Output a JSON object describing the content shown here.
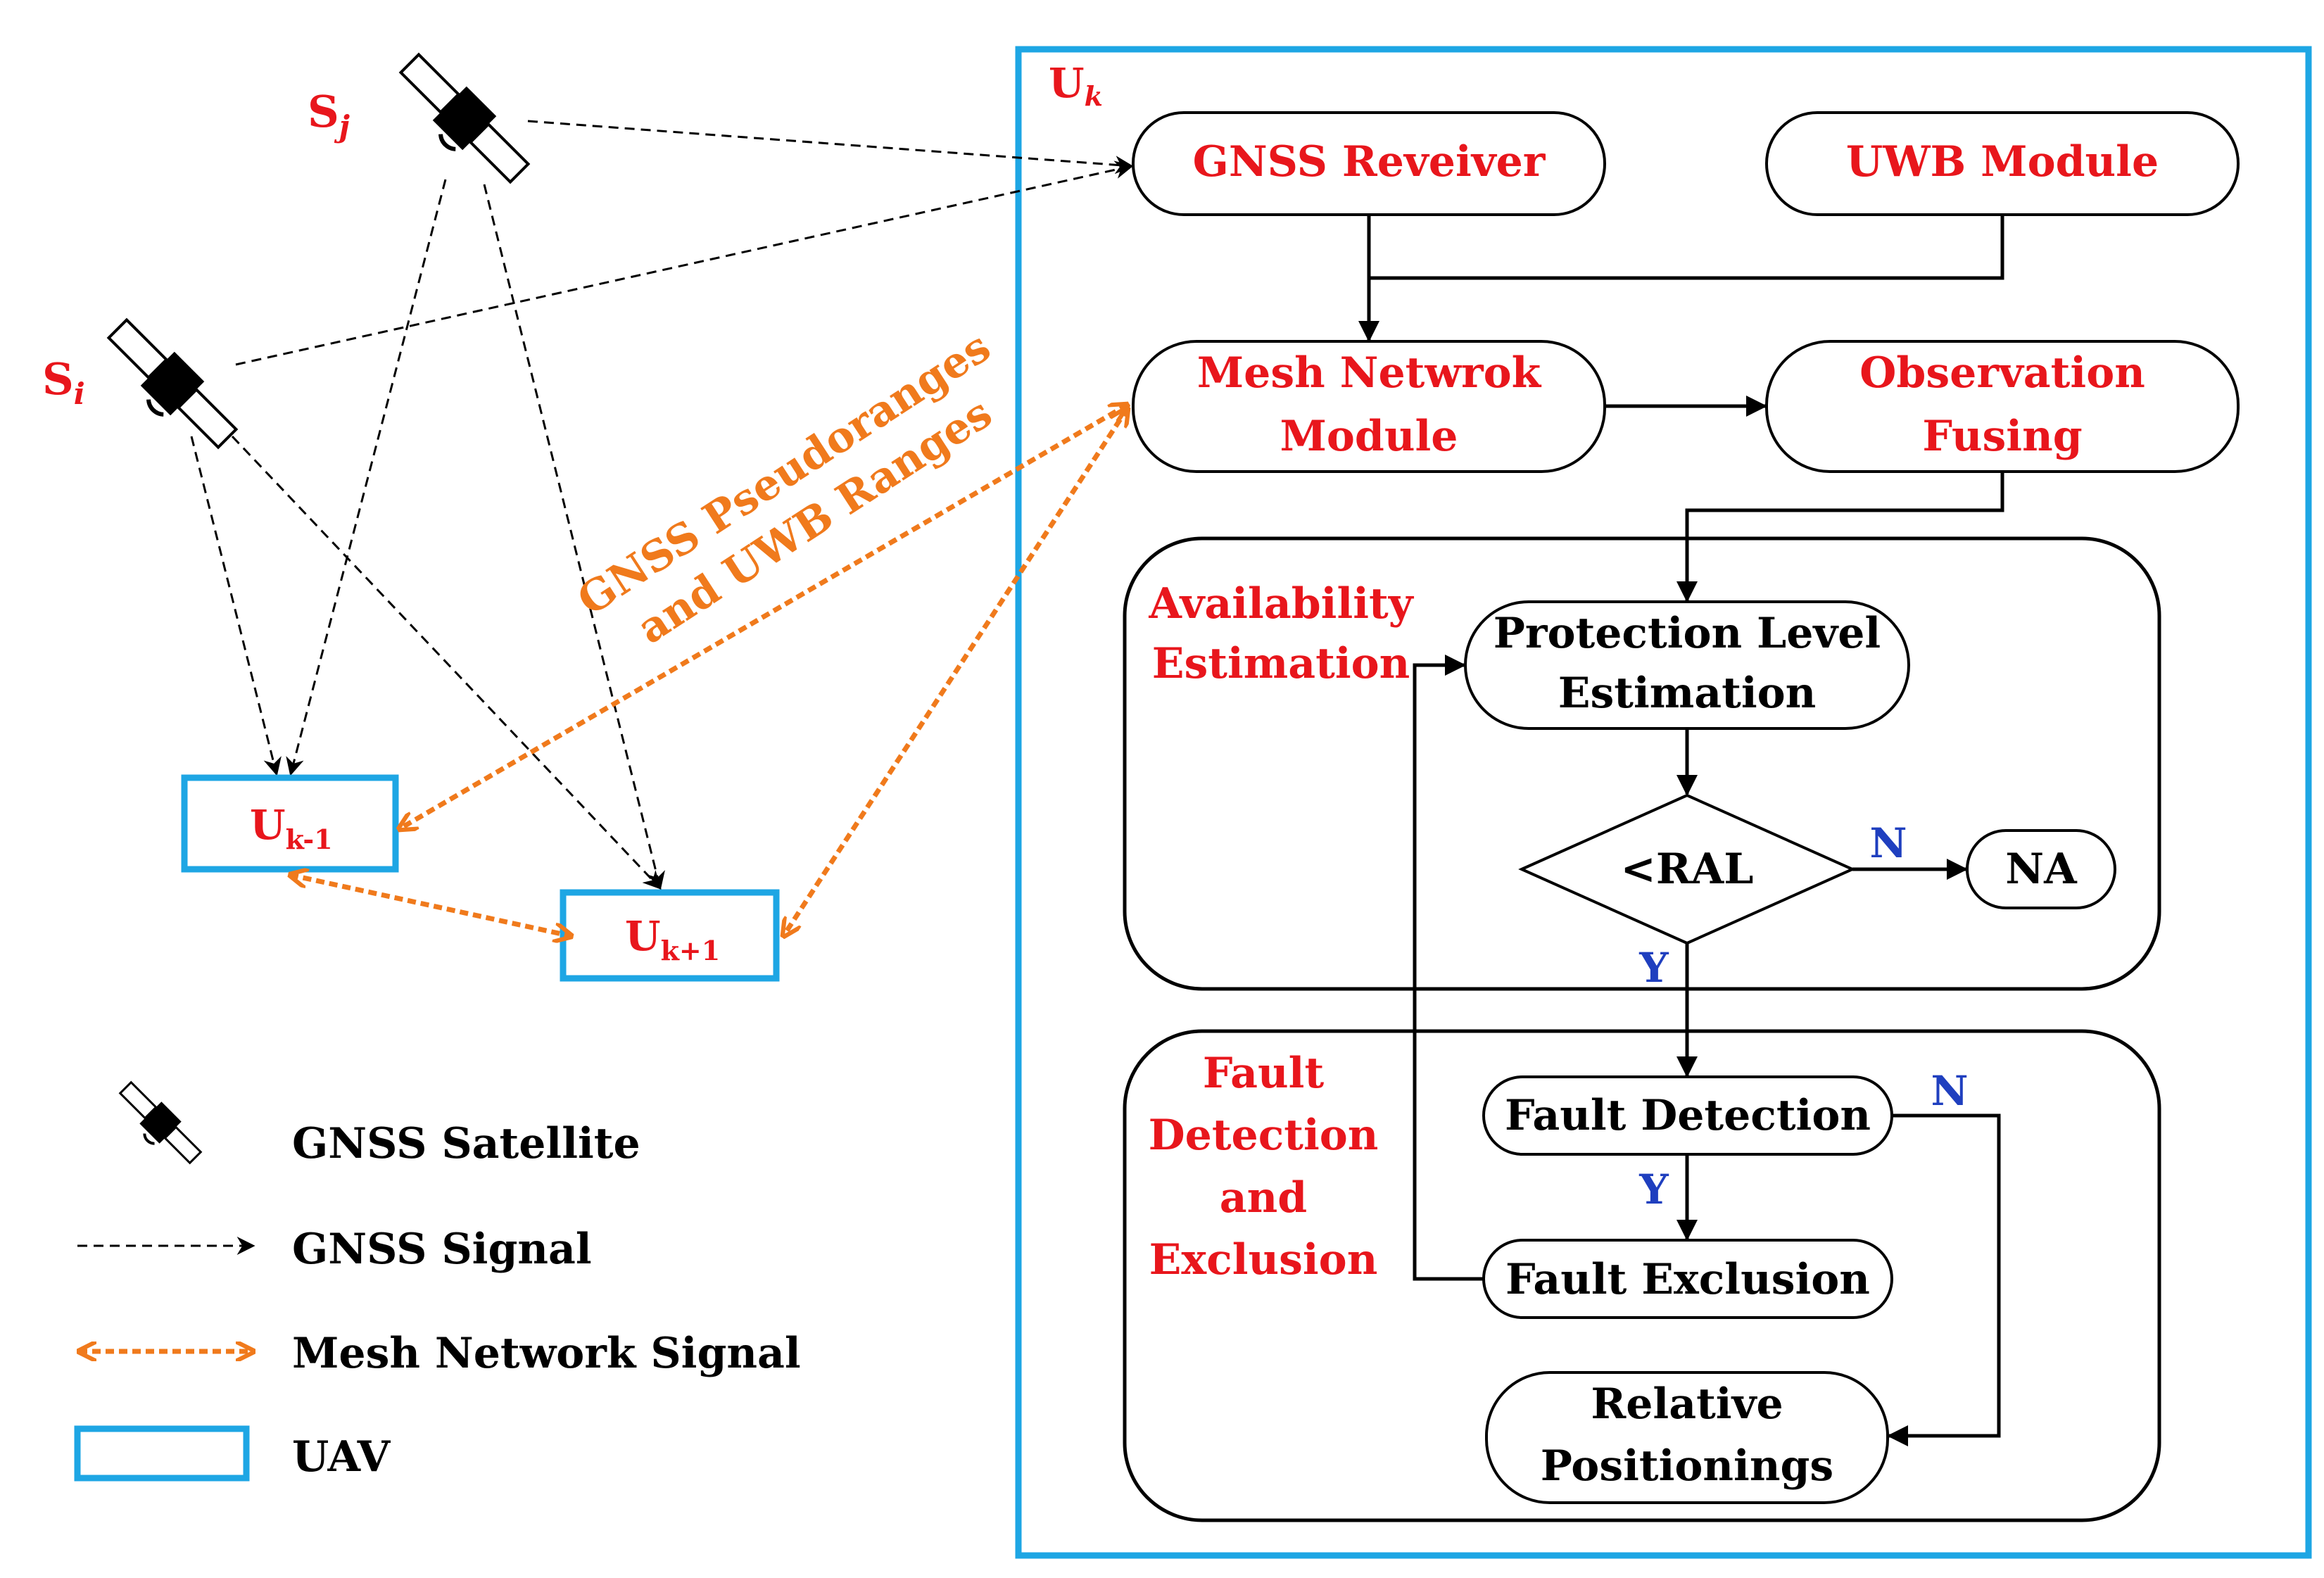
{
  "satellites": {
    "sj": {
      "label": "S",
      "sub": "j"
    },
    "si": {
      "label": "S",
      "sub": "i"
    }
  },
  "uavs": {
    "uk": {
      "label": "U",
      "sub": "k"
    },
    "uk_minus": {
      "label": "U",
      "sub": "k-1"
    },
    "uk_plus": {
      "label": "U",
      "sub": "k+1"
    }
  },
  "link_label": {
    "line1": "GNSS Pseudoranges",
    "line2": "and UWB Ranges"
  },
  "blocks": {
    "gnss_receiver": "GNSS Reveiver",
    "uwb_module": "UWB Module",
    "mesh_line1": "Mesh Netwrok",
    "mesh_line2": "Module",
    "obs_line1": "Observation",
    "obs_line2": "Fusing",
    "pl_line1": "Protection Level",
    "pl_line2": "Estimation",
    "ral": "<RAL",
    "na": "NA",
    "fault_detection": "Fault Detection",
    "fault_exclusion": "Fault Exclusion",
    "rel_line1": "Relative",
    "rel_line2": "Positionings"
  },
  "sections": {
    "availability_line1": "Availability",
    "availability_line2": "Estimation",
    "fde_line1": "Fault",
    "fde_line2": "Detection",
    "fde_line3": "and",
    "fde_line4": "Exclusion"
  },
  "branch_labels": {
    "ral_no": "N",
    "ral_yes": "Y",
    "fd_no": "N",
    "fd_yes": "Y"
  },
  "legend": {
    "satellite": "GNSS Satellite",
    "gnss_signal": "GNSS Signal",
    "mesh_signal": "Mesh Network Signal",
    "uav": "UAV"
  },
  "colors": {
    "red": "#e8161c",
    "blue_label": "#1f3fbf",
    "uav_box": "#1ea6e4",
    "mesh_arrow": "#f07a1c",
    "black": "#000000"
  }
}
